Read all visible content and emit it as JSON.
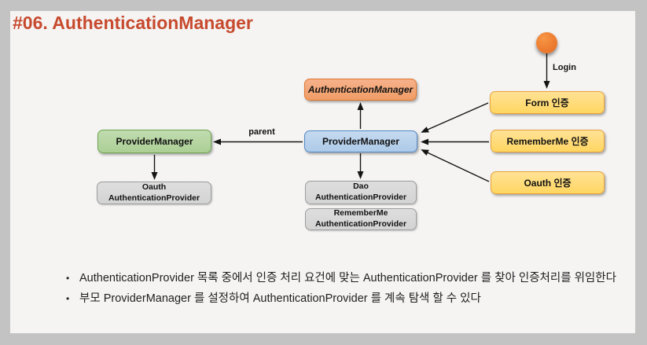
{
  "slide": {
    "title": "#06. AuthenticationManager"
  },
  "diagram": {
    "labels": {
      "login": "Login",
      "parent": "parent",
      "bullet_glyph": "•"
    },
    "nodes": {
      "authentication_manager": {
        "label": "AuthenticationManager"
      },
      "provider_manager": {
        "label": "ProviderManager"
      },
      "parent_provider_manager": {
        "label": "ProviderManager"
      },
      "form_auth": {
        "label": "Form 인증"
      },
      "rememberme_auth": {
        "label": "RememberMe 인증"
      },
      "oauth_auth": {
        "label": "Oauth 인증"
      },
      "oauth_provider": {
        "line1": "Oauth",
        "line2": "AuthenticationProvider"
      },
      "dao_provider": {
        "line1": "Dao",
        "line2": "AuthenticationProvider"
      },
      "rememberme_provider": {
        "line1": "RememberMe",
        "line2": "AuthenticationProvider"
      }
    }
  },
  "notes": {
    "bullets": [
      "AuthenticationProvider 목록 중에서 인증 처리 요건에 맞는 AuthenticationProvider 를 찾아 인증처리를 위임한다",
      "부모 ProviderManager 를 설정하여  AuthenticationProvider 를 계속 탐색 할 수 있다"
    ]
  },
  "colors": {
    "title": "#C74A2E",
    "accent_orange": "#ED7D31",
    "node_salmon": "#F4A97E",
    "node_blue": "#B7CFEA",
    "node_green": "#B5D7A2",
    "node_yellow": "#FFD966",
    "node_gray": "#D9D9D9",
    "slide_bg": "#F5F4F3",
    "outer_bg": "#C3C3C3"
  }
}
